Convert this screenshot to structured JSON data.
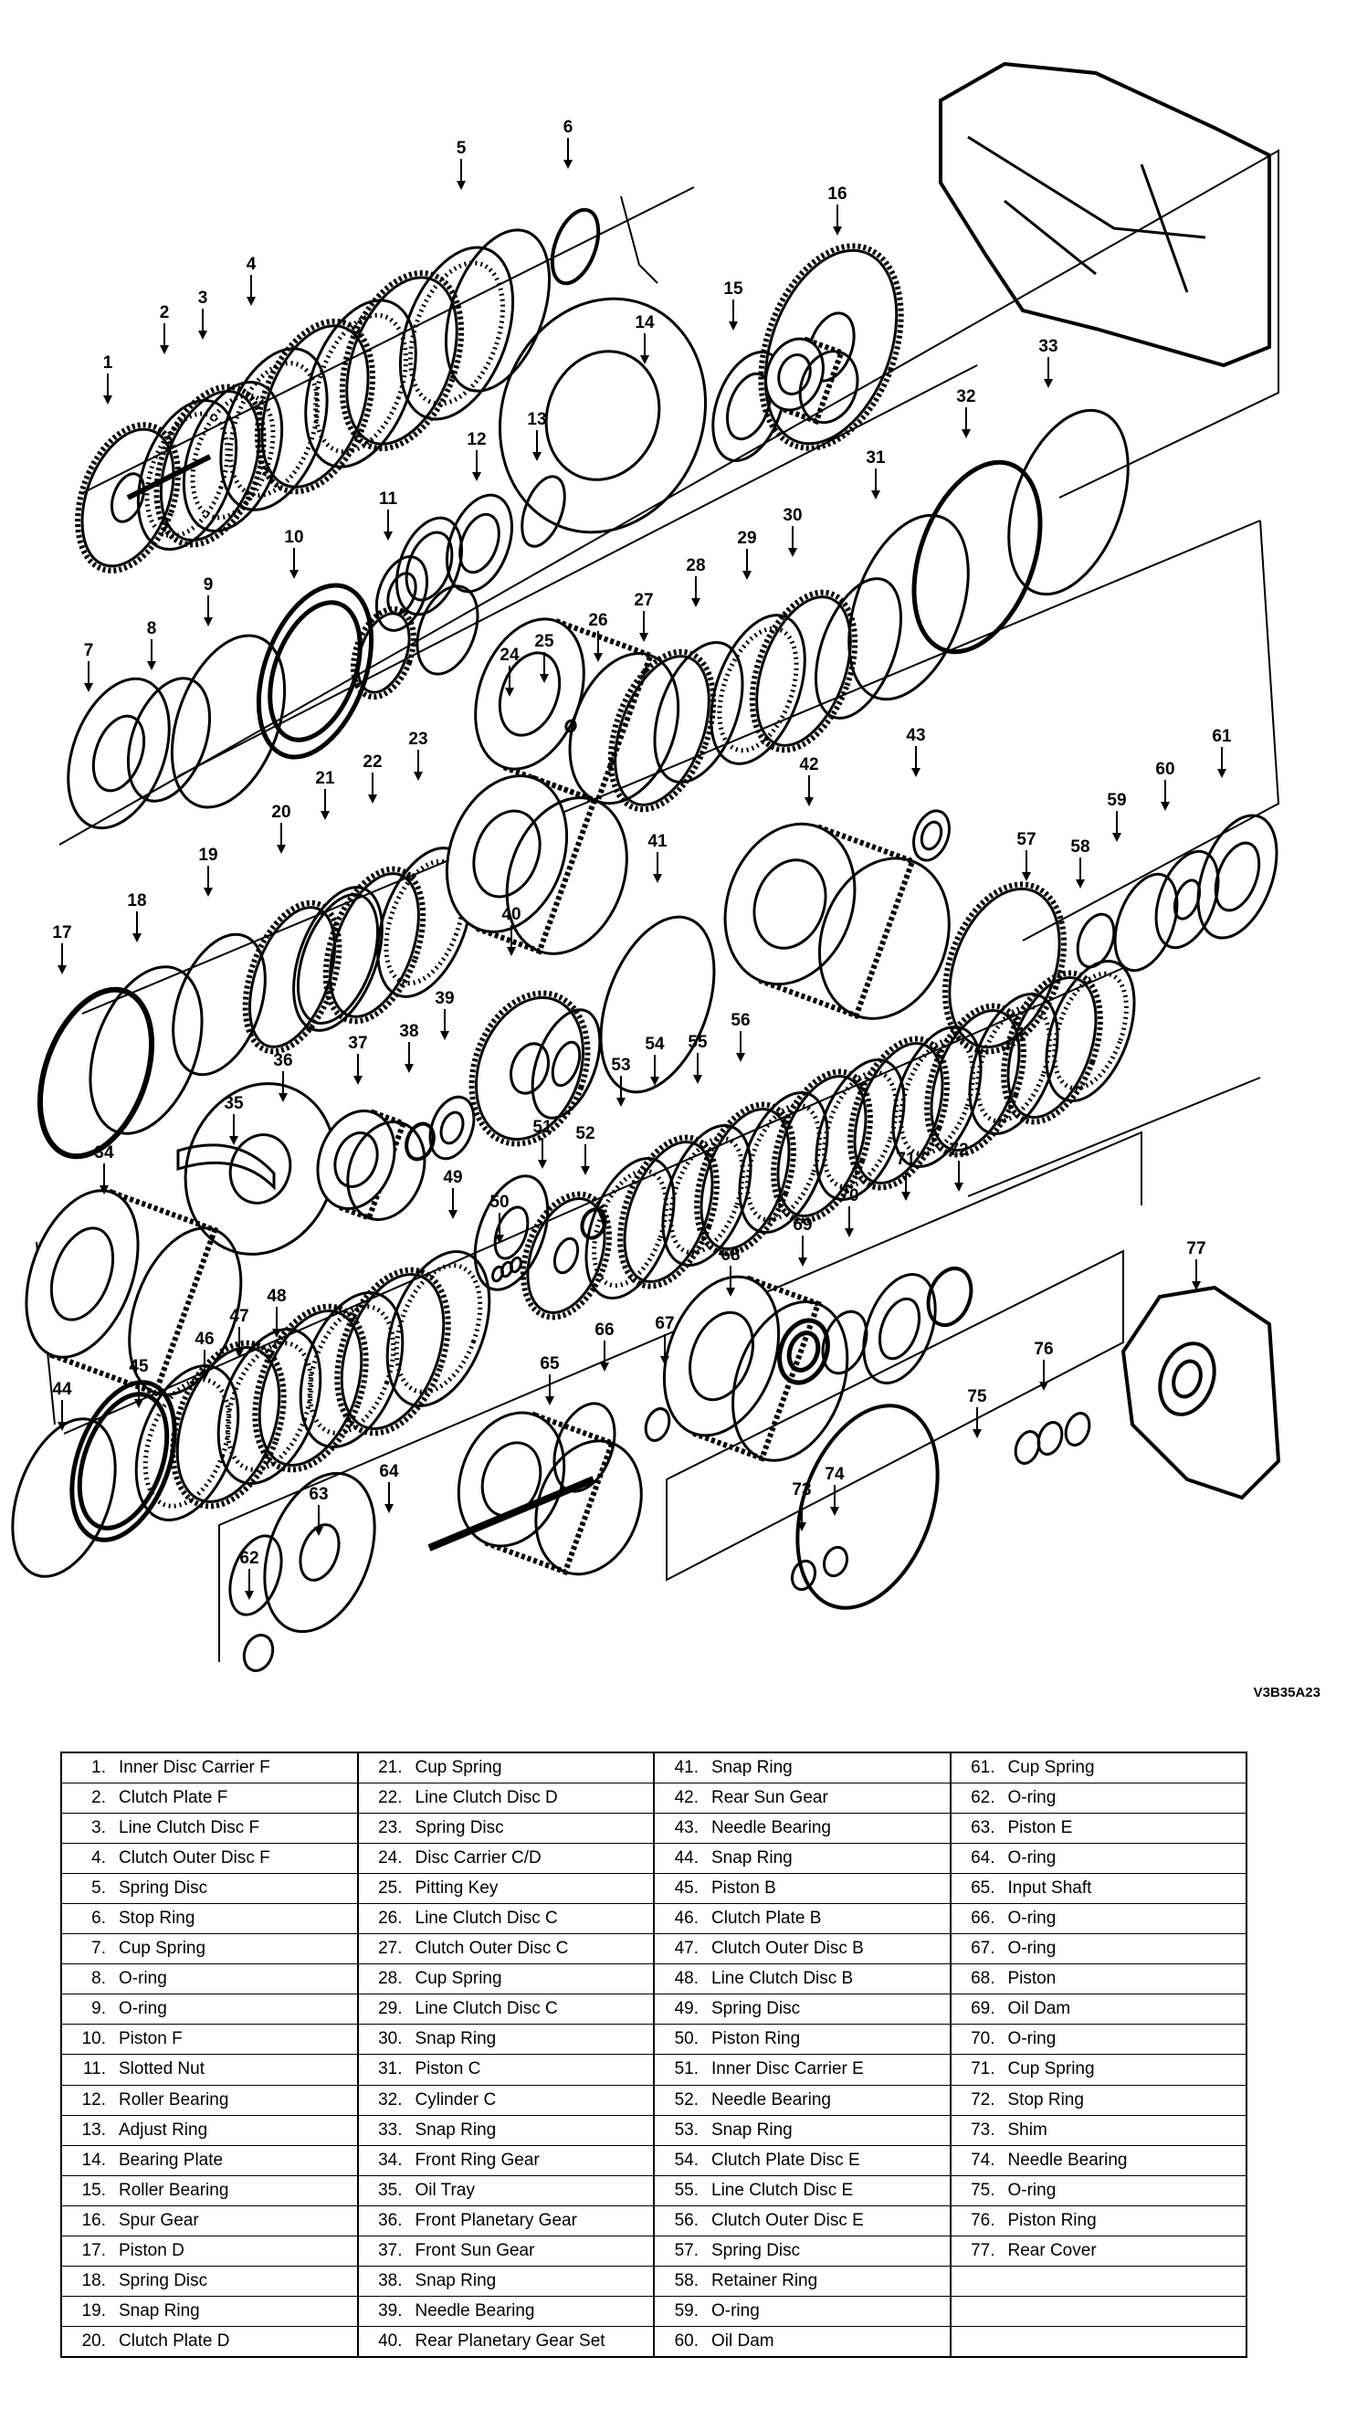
{
  "figure_code": "V3B35A23",
  "callouts": [
    "1",
    "2",
    "3",
    "4",
    "5",
    "6",
    "7",
    "8",
    "9",
    "10",
    "11",
    "12",
    "13",
    "14",
    "15",
    "16",
    "17",
    "18",
    "19",
    "20",
    "21",
    "22",
    "23",
    "24",
    "25",
    "26",
    "27",
    "28",
    "29",
    "30",
    "31",
    "32",
    "33",
    "34",
    "35",
    "36",
    "37",
    "38",
    "39",
    "40",
    "41",
    "42",
    "43",
    "44",
    "45",
    "46",
    "47",
    "48",
    "49",
    "50",
    "51",
    "52",
    "53",
    "54",
    "55",
    "56",
    "57",
    "58",
    "59",
    "60",
    "61",
    "62",
    "63",
    "64",
    "65",
    "66",
    "67",
    "68",
    "69",
    "70",
    "71",
    "72",
    "73",
    "74",
    "75",
    "76",
    "77"
  ],
  "parts": [
    {
      "num": "1.",
      "name": "Inner Disc Carrier F"
    },
    {
      "num": "2.",
      "name": "Clutch Plate F"
    },
    {
      "num": "3.",
      "name": "Line Clutch Disc F"
    },
    {
      "num": "4.",
      "name": "Clutch Outer Disc F"
    },
    {
      "num": "5.",
      "name": "Spring Disc"
    },
    {
      "num": "6.",
      "name": "Stop Ring"
    },
    {
      "num": "7.",
      "name": "Cup Spring"
    },
    {
      "num": "8.",
      "name": "O-ring"
    },
    {
      "num": "9.",
      "name": "O-ring"
    },
    {
      "num": "10.",
      "name": "Piston F"
    },
    {
      "num": "11.",
      "name": "Slotted Nut"
    },
    {
      "num": "12.",
      "name": "Roller Bearing"
    },
    {
      "num": "13.",
      "name": "Adjust Ring"
    },
    {
      "num": "14.",
      "name": "Bearing Plate"
    },
    {
      "num": "15.",
      "name": "Roller Bearing"
    },
    {
      "num": "16.",
      "name": "Spur Gear"
    },
    {
      "num": "17.",
      "name": "Piston D"
    },
    {
      "num": "18.",
      "name": "Spring Disc"
    },
    {
      "num": "19.",
      "name": "Snap Ring"
    },
    {
      "num": "20.",
      "name": "Clutch Plate D"
    },
    {
      "num": "21.",
      "name": "Cup Spring"
    },
    {
      "num": "22.",
      "name": "Line Clutch Disc D"
    },
    {
      "num": "23.",
      "name": "Spring Disc"
    },
    {
      "num": "24.",
      "name": "Disc Carrier C/D"
    },
    {
      "num": "25.",
      "name": "Pitting Key"
    },
    {
      "num": "26.",
      "name": "Line Clutch Disc C"
    },
    {
      "num": "27.",
      "name": "Clutch Outer Disc C"
    },
    {
      "num": "28.",
      "name": "Cup Spring"
    },
    {
      "num": "29.",
      "name": "Line Clutch Disc C"
    },
    {
      "num": "30.",
      "name": "Snap Ring"
    },
    {
      "num": "31.",
      "name": "Piston C"
    },
    {
      "num": "32.",
      "name": "Cylinder C"
    },
    {
      "num": "33.",
      "name": "Snap Ring"
    },
    {
      "num": "34.",
      "name": "Front Ring Gear"
    },
    {
      "num": "35.",
      "name": "Oil Tray"
    },
    {
      "num": "36.",
      "name": "Front Planetary Gear"
    },
    {
      "num": "37.",
      "name": "Front Sun Gear"
    },
    {
      "num": "38.",
      "name": "Snap Ring"
    },
    {
      "num": "39.",
      "name": "Needle Bearing"
    },
    {
      "num": "40.",
      "name": "Rear Planetary Gear Set"
    },
    {
      "num": "41.",
      "name": "Snap Ring"
    },
    {
      "num": "42.",
      "name": "Rear Sun Gear"
    },
    {
      "num": "43.",
      "name": "Needle Bearing"
    },
    {
      "num": "44.",
      "name": "Snap Ring"
    },
    {
      "num": "45.",
      "name": "Piston B"
    },
    {
      "num": "46.",
      "name": "Clutch Plate B"
    },
    {
      "num": "47.",
      "name": "Clutch Outer Disc B"
    },
    {
      "num": "48.",
      "name": "Line Clutch Disc B"
    },
    {
      "num": "49.",
      "name": "Spring Disc"
    },
    {
      "num": "50.",
      "name": "Piston Ring"
    },
    {
      "num": "51.",
      "name": "Inner Disc Carrier E"
    },
    {
      "num": "52.",
      "name": "Needle Bearing"
    },
    {
      "num": "53.",
      "name": "Snap Ring"
    },
    {
      "num": "54.",
      "name": "Clutch Plate Disc E"
    },
    {
      "num": "55.",
      "name": "Line Clutch Disc E"
    },
    {
      "num": "56.",
      "name": "Clutch Outer Disc E"
    },
    {
      "num": "57.",
      "name": "Spring Disc"
    },
    {
      "num": "58.",
      "name": "Retainer Ring"
    },
    {
      "num": "59.",
      "name": "O-ring"
    },
    {
      "num": "60.",
      "name": "Oil Dam"
    },
    {
      "num": "61.",
      "name": "Cup Spring"
    },
    {
      "num": "62.",
      "name": "O-ring"
    },
    {
      "num": "63.",
      "name": "Piston E"
    },
    {
      "num": "64.",
      "name": "O-ring"
    },
    {
      "num": "65.",
      "name": "Input Shaft"
    },
    {
      "num": "66.",
      "name": "O-ring"
    },
    {
      "num": "67.",
      "name": "O-ring"
    },
    {
      "num": "68.",
      "name": "Piston"
    },
    {
      "num": "69.",
      "name": "Oil Dam"
    },
    {
      "num": "70.",
      "name": "O-ring"
    },
    {
      "num": "71.",
      "name": "Cup Spring"
    },
    {
      "num": "72.",
      "name": "Stop Ring"
    },
    {
      "num": "73.",
      "name": "Shim"
    },
    {
      "num": "74.",
      "name": "Needle Bearing"
    },
    {
      "num": "75.",
      "name": "O-ring"
    },
    {
      "num": "76.",
      "name": "Piston Ring"
    },
    {
      "num": "77.",
      "name": "Rear Cover"
    }
  ]
}
